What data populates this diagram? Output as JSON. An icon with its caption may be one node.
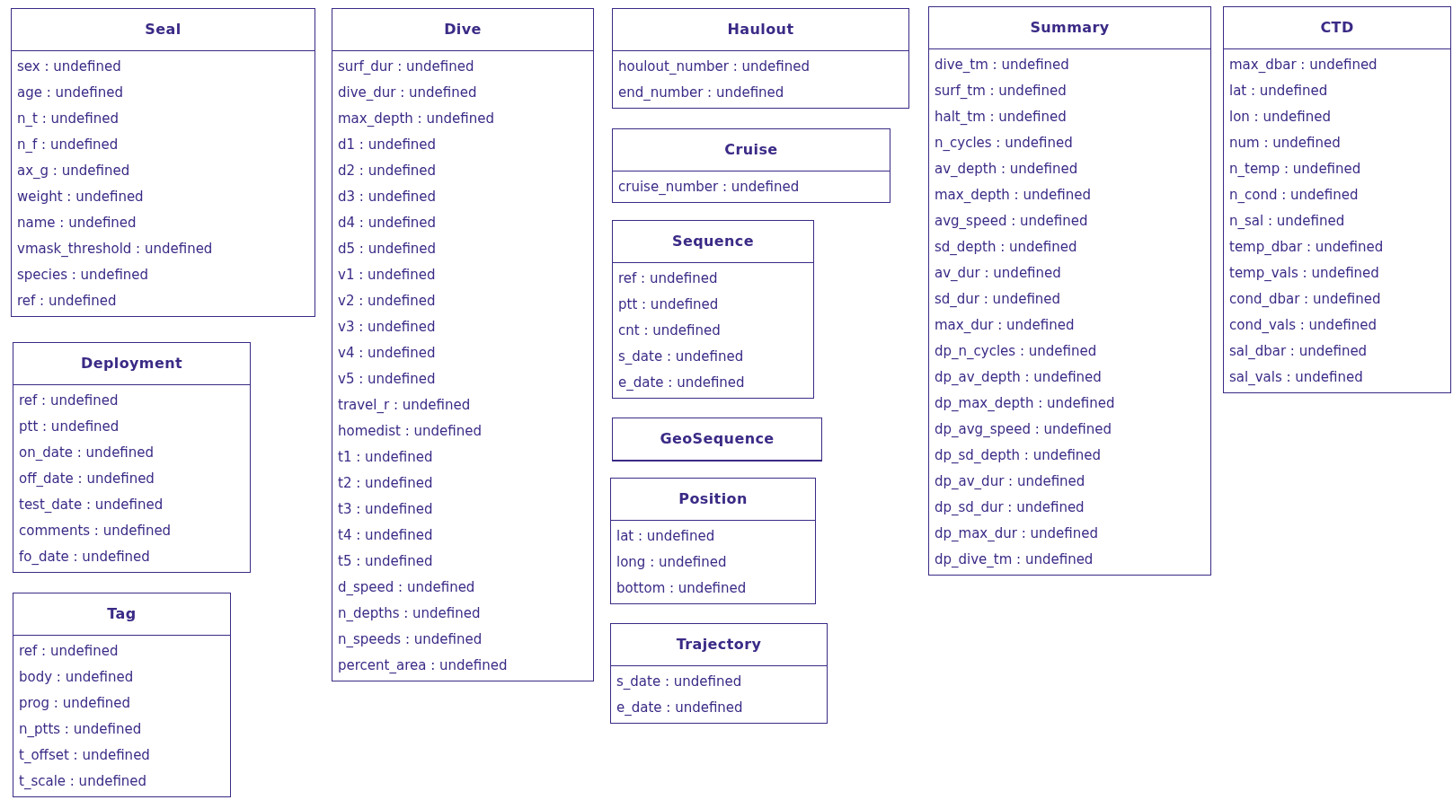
{
  "diagram": {
    "nodes": [
      {
        "text": [
          "Seal",
          "sex : undefined",
          "age : undefined",
          "n_t : undefined",
          "n_f : undefined",
          "ax_g : undefined",
          "weight : undefined",
          "name : undefined",
          "vmask_threshold : undefined",
          "species : undefined",
          "ref : undefined"
        ]
      },
      {
        "text": [
          "Deployment",
          "ref : undefined",
          "ptt : undefined",
          "on_date : undefined",
          "off_date : undefined",
          "test_date : undefined",
          "comments : undefined",
          "fo_date : undefined"
        ]
      },
      {
        "text": [
          "Tag",
          "ref : undefined",
          "body : undefined",
          "prog : undefined",
          "n_ptts : undefined",
          "t_offset : undefined",
          "t_scale : undefined"
        ]
      },
      {
        "text": [
          "Dive",
          "surf_dur : undefined",
          "dive_dur : undefined",
          "max_depth : undefined",
          "d1 : undefined",
          "d2 : undefined",
          "d3 : undefined",
          "d4 : undefined",
          "d5 : undefined",
          "v1 : undefined",
          "v2 : undefined",
          "v3 : undefined",
          "v4 : undefined",
          "v5 : undefined",
          "travel_r : undefined",
          "homedist : undefined",
          "t1 : undefined",
          "t2 : undefined",
          "t3 : undefined",
          "t4 : undefined",
          "t5 : undefined",
          "d_speed : undefined",
          "n_depths : undefined",
          "n_speeds : undefined",
          "percent_area : undefined"
        ]
      },
      {
        "text": [
          "Haulout",
          "houlout_number : undefined",
          "end_number : undefined"
        ]
      },
      {
        "text": [
          "Cruise",
          "cruise_number : undefined"
        ]
      },
      {
        "text": [
          "Sequence",
          "ref : undefined",
          "ptt : undefined",
          "cnt : undefined",
          "s_date : undefined",
          "e_date : undefined"
        ]
      },
      {
        "text": [
          "GeoSequence"
        ]
      },
      {
        "text": [
          "Position",
          "lat : undefined",
          "long : undefined",
          "bottom : undefined"
        ]
      },
      {
        "text": [
          "Trajectory",
          "s_date : undefined",
          "e_date : undefined"
        ]
      },
      {
        "text": [
          "Summary",
          "dive_tm : undefined",
          "surf_tm : undefined",
          "halt_tm : undefined",
          "n_cycles : undefined",
          "av_depth : undefined",
          "max_depth : undefined",
          "avg_speed : undefined",
          "sd_depth : undefined",
          "av_dur : undefined",
          "sd_dur : undefined",
          "max_dur : undefined",
          "dp_n_cycles : undefined",
          "dp_av_depth : undefined",
          "dp_max_depth : undefined",
          "dp_avg_speed : undefined",
          "dp_sd_depth : undefined",
          "dp_av_dur : undefined",
          "dp_sd_dur : undefined",
          "dp_max_dur : undefined",
          "dp_dive_tm : undefined"
        ]
      },
      {
        "text": [
          "CTD",
          "max_dbar : undefined",
          "lat : undefined",
          "lon : undefined",
          "num : undefined",
          "n_temp : undefined",
          "n_cond : undefined",
          "n_sal : undefined",
          "temp_dbar : undefined",
          "temp_vals : undefined",
          "cond_dbar : undefined",
          "cond_vals : undefined",
          "sal_dbar : undefined",
          "sal_vals : undefined"
        ]
      }
    ]
  }
}
